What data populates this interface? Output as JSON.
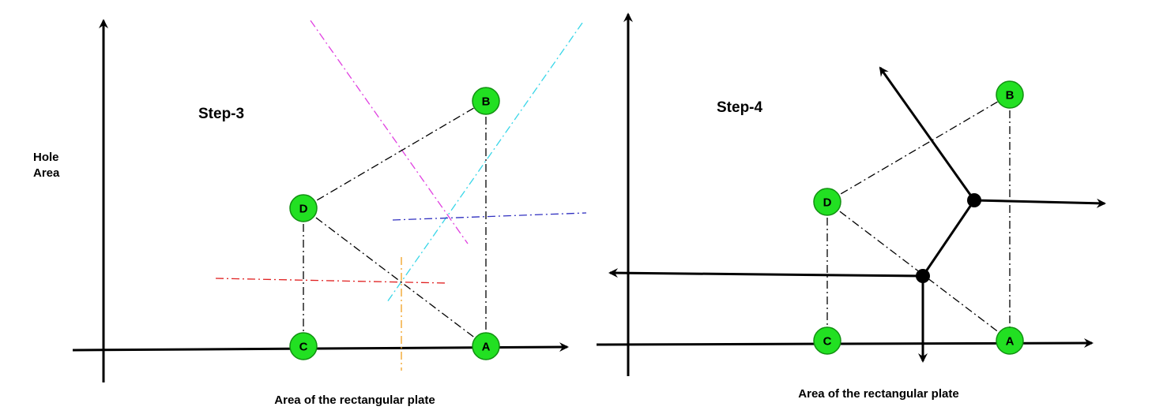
{
  "colors": {
    "node_fill": "#22e022",
    "node_stroke": "#119011",
    "axis": "#000000",
    "dash_magenta": "#e040e0",
    "dash_cyan": "#38d6e8",
    "dash_blue": "#3030c0",
    "dash_red": "#e02020",
    "dash_orange": "#f0a020"
  },
  "left_panel": {
    "step_label": "Step-3",
    "y_axis_label_line1": "Hole",
    "y_axis_label_line2": "Area",
    "x_axis_label": "Area of the rectangular plate",
    "nodes": {
      "A": "A",
      "B": "B",
      "C": "C",
      "D": "D"
    }
  },
  "right_panel": {
    "step_label": "Step-4",
    "x_axis_label": "Area of the rectangular plate",
    "nodes": {
      "A": "A",
      "B": "B",
      "C": "C",
      "D": "D"
    }
  }
}
